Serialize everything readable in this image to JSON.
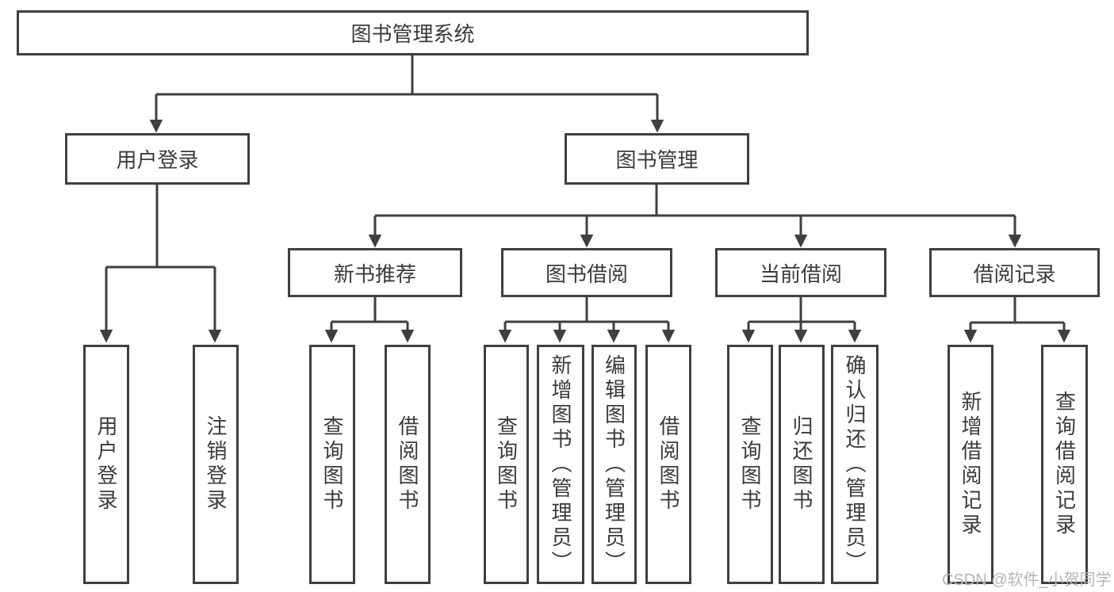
{
  "diagram": {
    "title": "图书管理系统",
    "level2": {
      "user_login": "用户登录",
      "book_mgmt": "图书管理"
    },
    "level3": {
      "new_book_rec": "新书推荐",
      "book_borrow": "图书借阅",
      "current_borrow": "当前借阅",
      "borrow_record": "借阅记录"
    },
    "leaves": {
      "user_login": "用户登录",
      "logout": "注销登录",
      "query_book_1": "查询图书",
      "borrow_book_1": "借阅图书",
      "query_book_2": "查询图书",
      "add_book_admin": "新增图书（管理员）",
      "edit_book_admin": "编辑图书（管理员）",
      "borrow_book_2": "借阅图书",
      "query_book_3": "查询图书",
      "return_book": "归还图书",
      "confirm_return_admin": "确认归还（管理员）",
      "add_borrow_record": "新增借阅记录",
      "query_borrow_record": "查询借阅记录"
    }
  },
  "watermark": {
    "text": "CSDN @软件_小贺同学"
  },
  "colors": {
    "line": "#3f3f3f",
    "text": "#3b3b3b",
    "watermark": "#b5b5b5",
    "background": "#ffffff"
  }
}
